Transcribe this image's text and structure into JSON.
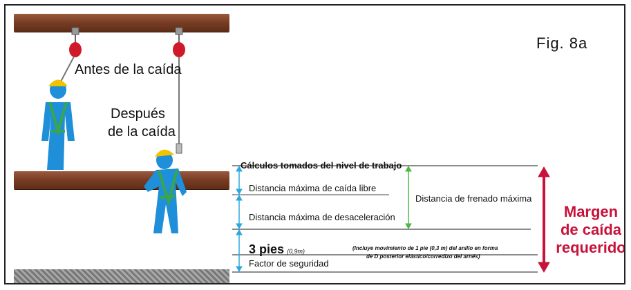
{
  "labels": {
    "before_fall": "Antes de la caída",
    "after_fall_line1": "Después",
    "after_fall_line2": "de la caída",
    "figure": "Fig. 8a"
  },
  "calc": {
    "title": "Cálculos tomados del nivel de trabajo",
    "free_fall": "Distancia máxima de caída libre",
    "deceleration": "Distancia  máxima de desaceleración",
    "braking": "Distancia de frenado máxima",
    "three_feet": "3 pies",
    "three_feet_metric": "(0,9m)",
    "safety_factor": "Factor de seguridad",
    "note_line1": "(Incluye movimiento de 1 pie (0,3 m) del anillo en forma",
    "note_line2": "de D posterior elástico/corredizo del arnés)"
  },
  "margin": {
    "line1": "Margen",
    "line2": "de caída",
    "line3": "requerido"
  },
  "colors": {
    "beam": "#7a3e25",
    "worker_blue": "#1e8fd8",
    "harness_green": "#3aa64a",
    "helmet_yellow": "#f2c400",
    "lanyard_red": "#d01a2a",
    "margin_red": "#c8123a",
    "arrow_blue": "#2aa8e0",
    "arrow_green": "#4db848"
  }
}
